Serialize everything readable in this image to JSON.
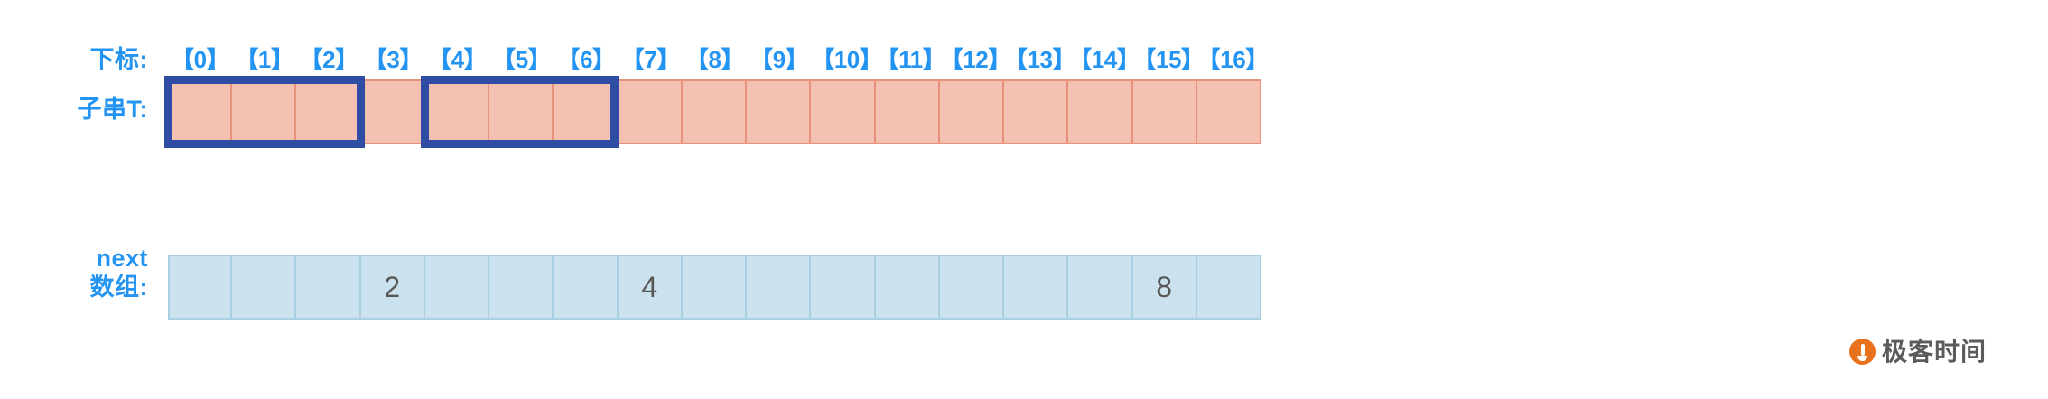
{
  "diagram": {
    "title": "KMP next array illustration",
    "labels": {
      "index_row": "下标:",
      "pattern_row": "子串T:",
      "next_row": "next\n数组:"
    },
    "colors": {
      "label_blue": "#2494f2",
      "pattern_fill": "#f3c0b2",
      "pattern_border": "#e8917a",
      "highlight_border": "#2f4da4",
      "next_fill": "#cbe2ee",
      "next_border": "#a9cfe2",
      "value_text": "#575757",
      "watermark_orange": "#e8721c"
    },
    "index_labels": [
      "【0】",
      "【1】",
      "【2】",
      "【3】",
      "【4】",
      "【5】",
      "【6】",
      "【7】",
      "【8】",
      "【9】",
      "【10】",
      "【11】",
      "【12】",
      "【13】",
      "【14】",
      "【15】",
      "【16】"
    ],
    "pattern_cells": [
      "",
      "",
      "",
      "",
      "",
      "",
      "",
      "",
      "",
      "",
      "",
      "",
      "",
      "",
      "",
      "",
      ""
    ],
    "next_values": [
      "",
      "",
      "",
      "2",
      "",
      "",
      "",
      "4",
      "",
      "",
      "",
      "",
      "",
      "",
      "",
      "8",
      ""
    ],
    "highlight_ranges": [
      {
        "name": "prefix-match-a",
        "start": 0,
        "end": 2
      },
      {
        "name": "prefix-match-b",
        "start": 4,
        "end": 6
      }
    ]
  },
  "watermark": {
    "text": "极客时间",
    "logo": "geek-time-logo"
  }
}
